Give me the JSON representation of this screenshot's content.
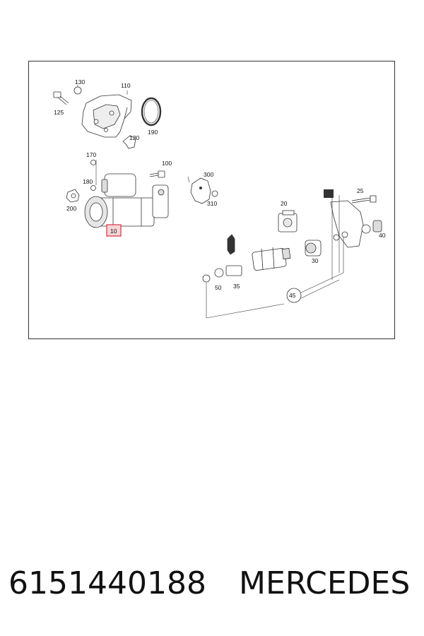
{
  "callouts": {
    "c130": "130",
    "c110": "110",
    "c125": "125",
    "c190": "190",
    "c120": "120",
    "c170": "170",
    "c100": "100",
    "c180": "180",
    "c200": "200",
    "c10": "10",
    "c300": "300",
    "c310": "310",
    "c20": "20",
    "c25": "25",
    "c40": "40",
    "c30": "30",
    "c50": "50",
    "c35": "35",
    "c45": "45"
  },
  "highlight_color": "#d9323c",
  "highlight_fill": "#f6d4d6",
  "footer": {
    "part_number": "6151440188",
    "brand": "MERCEDES"
  }
}
